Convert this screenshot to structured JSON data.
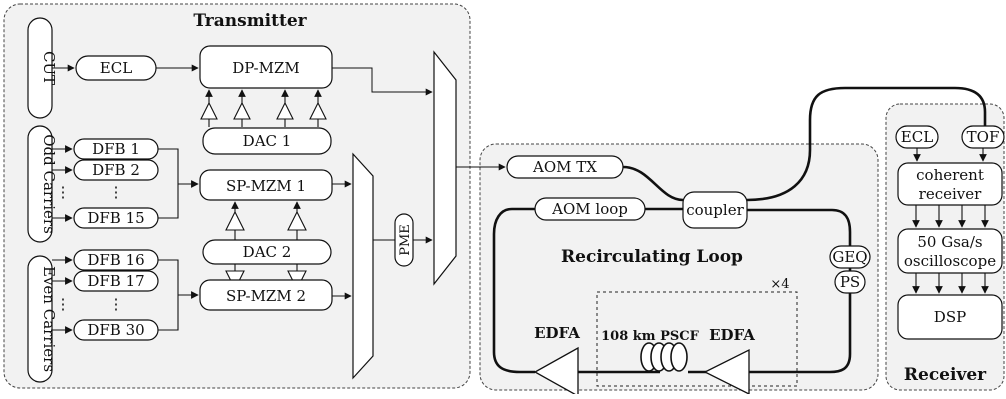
{
  "transmitter": {
    "title": "Transmitter",
    "cut": "CUT",
    "ecl": "ECL",
    "dp_mzm": "DP-MZM",
    "dac1": "DAC 1",
    "odd_carriers": "Odd Carriers",
    "dfb1": "DFB 1",
    "dfb2": "DFB 2",
    "dfb15": "DFB 15",
    "dots": "⋮",
    "sp_mzm1": "SP-MZM 1",
    "dac2": "DAC 2",
    "even_carriers": "Even Carriers",
    "dfb16": "DFB 16",
    "dfb17": "DFB 17",
    "dfb30": "DFB 30",
    "sp_mzm2": "SP-MZM 2",
    "pme": "PME"
  },
  "loop": {
    "title": "Recirculating Loop",
    "aom_tx": "AOM TX",
    "aom_loop": "AOM loop",
    "coupler": "coupler",
    "geq": "GEQ",
    "ps": "PS",
    "edfa_left": "EDFA",
    "span": "108 km PSCF",
    "edfa_right": "EDFA",
    "times": "×4"
  },
  "receiver": {
    "title": "Receiver",
    "ecl": "ECL",
    "tof": "TOF",
    "coherent1": "coherent",
    "coherent2": "receiver",
    "osc1": "50 Gsa/s",
    "osc2": "oscilloscope",
    "dsp": "DSP"
  }
}
